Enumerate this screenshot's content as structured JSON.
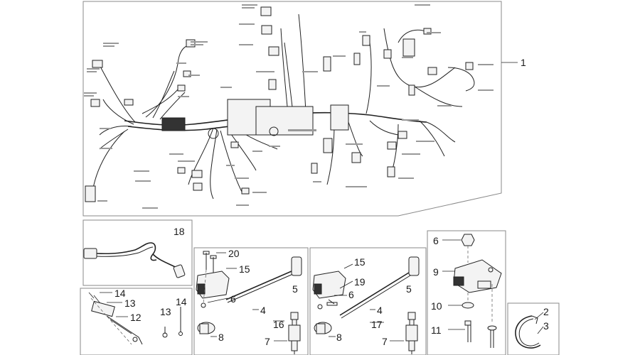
{
  "callouts": {
    "harness": "1",
    "clip_a": "2",
    "clip_b": "3",
    "spark_plug": "7",
    "cable_long": "4",
    "cap": "5",
    "nut": "6",
    "boot": "8",
    "regulator": "9",
    "washer": "10",
    "screw": "11",
    "sensor": "12",
    "bolt_c": "13",
    "bolt_d": "14",
    "coil": "15",
    "harness_kit_a": "16",
    "harness_kit_b": "17",
    "aux_cable": "18",
    "screw_b": "19",
    "screw_c": "20"
  }
}
